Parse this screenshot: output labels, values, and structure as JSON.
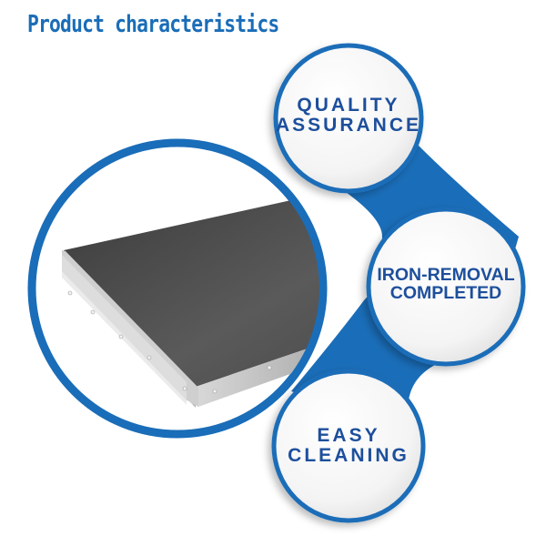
{
  "header": {
    "title": "Product characteristics"
  },
  "product_image": {
    "description": "stainless steel magnetic plate"
  },
  "features": [
    {
      "line1": "QUALITY",
      "line2": "ASSURANCE"
    },
    {
      "line1": "IRON-REMOVAL",
      "line2": "COMPLETED"
    },
    {
      "line1": "EASY",
      "line2": "CLEANING"
    }
  ],
  "colors": {
    "accent": "#1a6db8",
    "text": "#1d4f9c"
  }
}
